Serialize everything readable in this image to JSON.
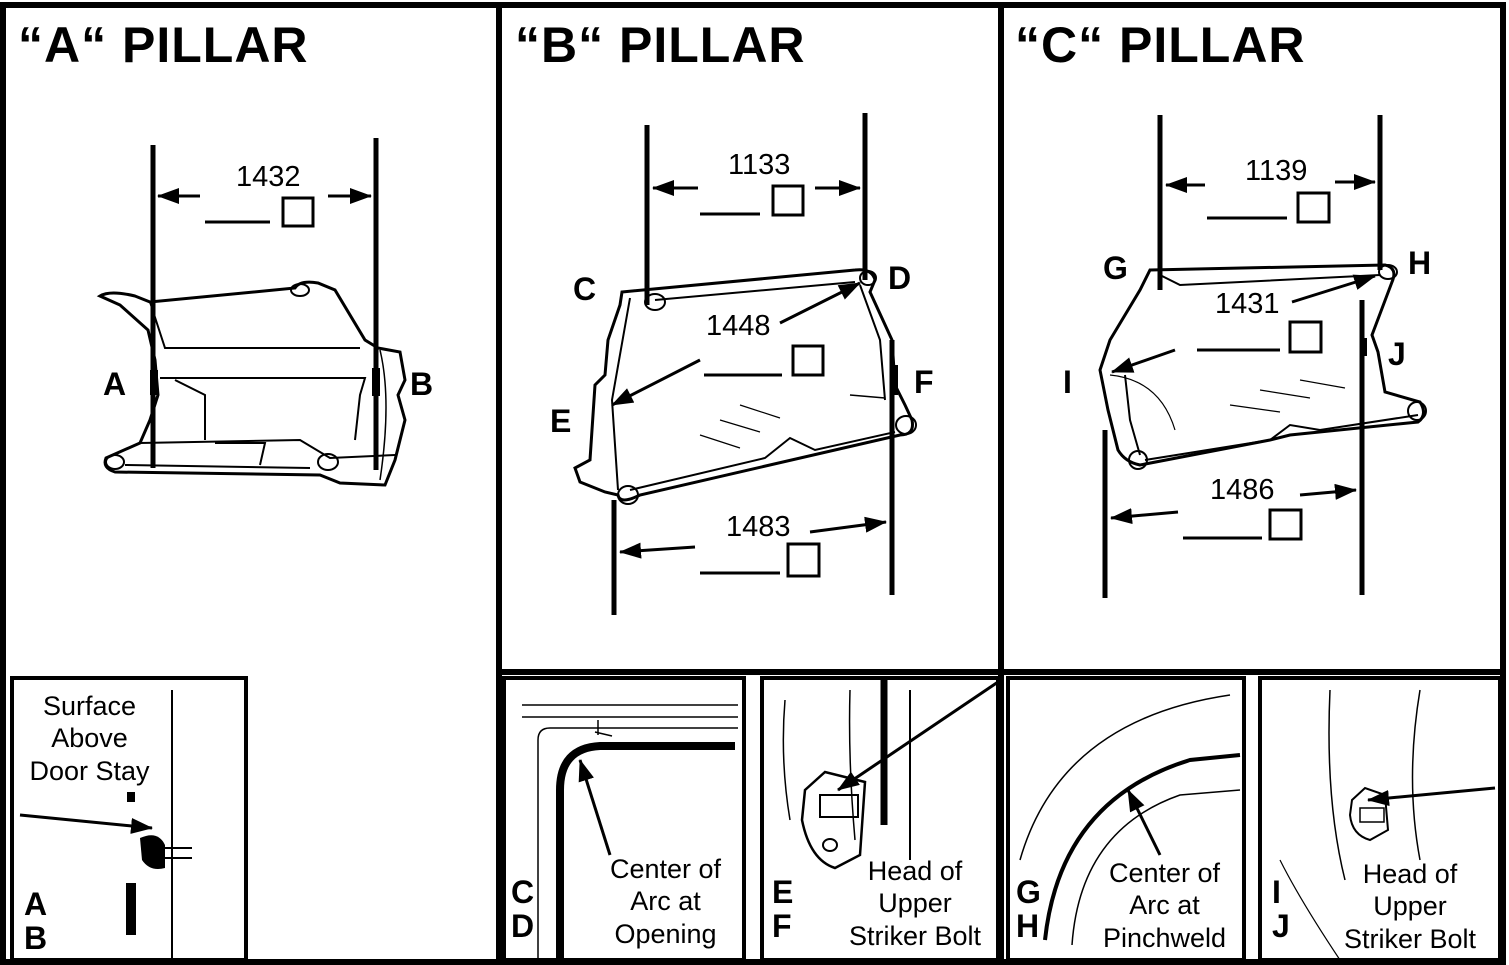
{
  "panels": {
    "a": {
      "title": "“A“ PILLAR",
      "dimension_top": "1432",
      "points": [
        "A",
        "B"
      ],
      "inset": {
        "caption": [
          "Surface",
          "Above",
          "Door Stay"
        ],
        "legend": [
          "A",
          "B"
        ]
      }
    },
    "b": {
      "title": "“B“ PILLAR",
      "dimension_top": "1133",
      "dimension_diag": "1448",
      "dimension_bottom": "1483",
      "points": [
        "C",
        "D",
        "E",
        "F"
      ],
      "inset_left": {
        "caption": [
          "Center of",
          "Arc at",
          "Opening"
        ],
        "legend": [
          "C",
          "D"
        ]
      },
      "inset_right": {
        "caption": [
          "Head of",
          "Upper",
          "Striker Bolt"
        ],
        "legend": [
          "E",
          "F"
        ]
      }
    },
    "c": {
      "title": "“C“ PILLAR",
      "dimension_top": "1139",
      "dimension_diag": "1431",
      "dimension_bottom": "1486",
      "points": [
        "G",
        "H",
        "I",
        "J"
      ],
      "inset_left": {
        "caption": [
          "Center of",
          "Arc at",
          "Pinchweld"
        ],
        "legend": [
          "G",
          "H"
        ]
      },
      "inset_right": {
        "caption": [
          "Head of",
          "Upper",
          "Striker Bolt"
        ],
        "legend": [
          "I",
          "J"
        ]
      }
    }
  }
}
